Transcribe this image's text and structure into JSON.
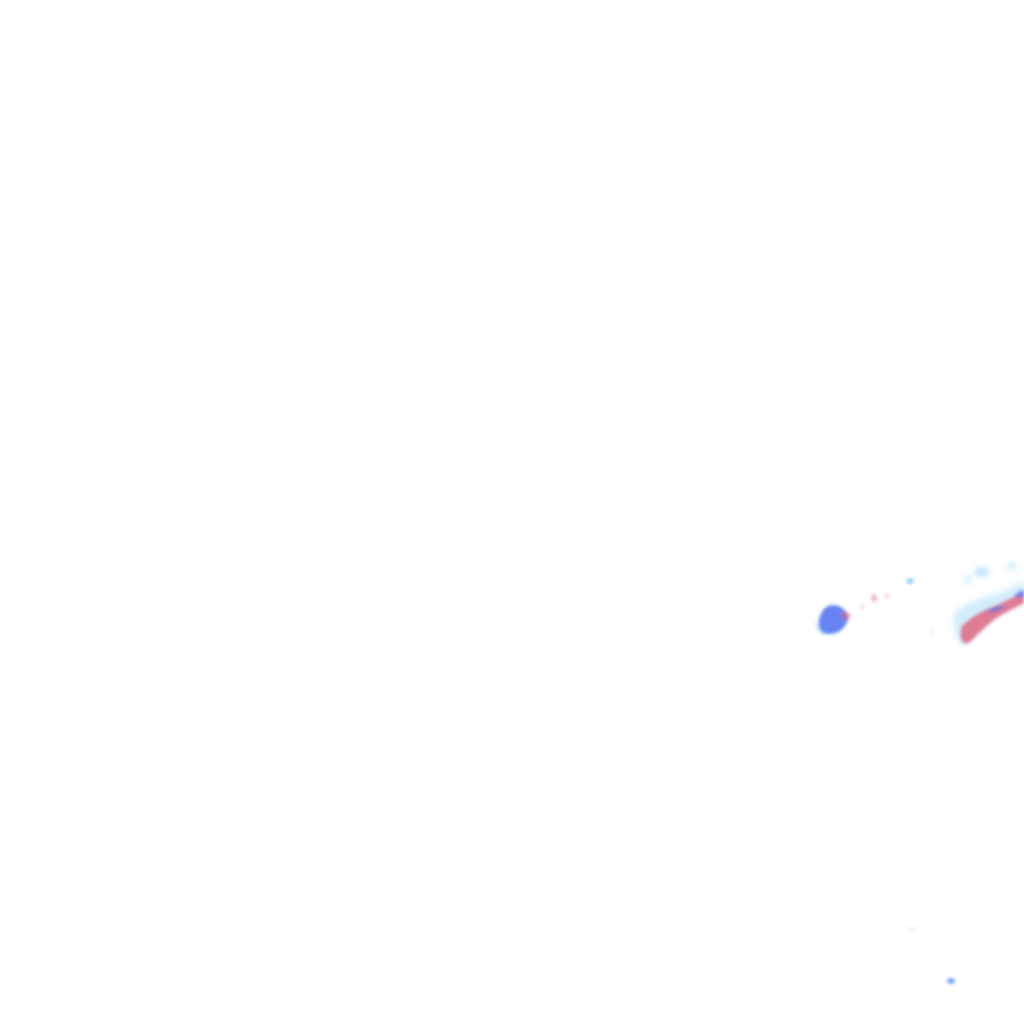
{
  "map": {
    "type": "precipitation-radar-overlay",
    "background_color": "#ffffff",
    "legend_colors": {
      "light": "#7ec8f5",
      "moderate": "#4a6ff0",
      "heavy": "#e0607a"
    },
    "echo_cells": [
      {
        "name": "echo-cell-heavy-blue",
        "intensity": "moderate"
      },
      {
        "name": "echo-cell-small-blue",
        "intensity": "light"
      },
      {
        "name": "echo-cell-pink-specks",
        "intensity": "heavy"
      },
      {
        "name": "echo-band-east",
        "intensity": "heavy"
      },
      {
        "name": "echo-band-east-fringe",
        "intensity": "light"
      },
      {
        "name": "echo-speck-north-east",
        "intensity": "light"
      },
      {
        "name": "echo-speck-south",
        "intensity": "light"
      }
    ]
  }
}
